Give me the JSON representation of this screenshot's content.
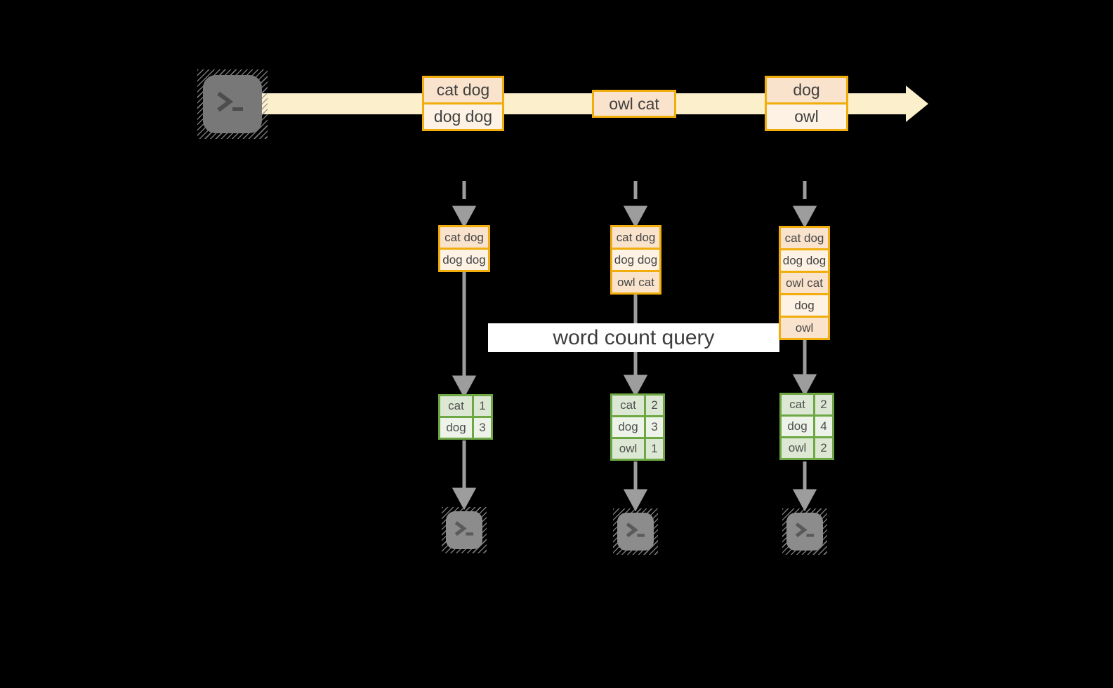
{
  "palette": {
    "background": "#000000",
    "stream_band": "#FCEFCB",
    "box_border": "#F0AD0B",
    "box_fill_dark": "#FAE3CC",
    "box_fill_light": "#FDF2E4",
    "table_border": "#6EA844",
    "table_fill_dark": "#DCE8D3",
    "table_fill_light": "#EDF3E8",
    "arrow_gray": "#9D9D9D",
    "terminal_gray": "#8C8C8C",
    "text": "#404040"
  },
  "stream": {
    "events": [
      {
        "lines": [
          "cat dog",
          "dog dog"
        ]
      },
      {
        "lines": [
          "owl cat"
        ]
      },
      {
        "lines": [
          "dog",
          "owl"
        ]
      }
    ]
  },
  "query_label": "word count query",
  "columns": [
    {
      "buffer": [
        "cat dog",
        "dog dog"
      ],
      "counts": [
        {
          "word": "cat",
          "count": "1"
        },
        {
          "word": "dog",
          "count": "3"
        }
      ]
    },
    {
      "buffer": [
        "cat dog",
        "dog dog",
        "owl cat"
      ],
      "counts": [
        {
          "word": "cat",
          "count": "2"
        },
        {
          "word": "dog",
          "count": "3"
        },
        {
          "word": "owl",
          "count": "1"
        }
      ]
    },
    {
      "buffer": [
        "cat dog",
        "dog dog",
        "owl cat",
        "dog",
        "owl"
      ],
      "counts": [
        {
          "word": "cat",
          "count": "2"
        },
        {
          "word": "dog",
          "count": "4"
        },
        {
          "word": "owl",
          "count": "2"
        }
      ]
    }
  ]
}
